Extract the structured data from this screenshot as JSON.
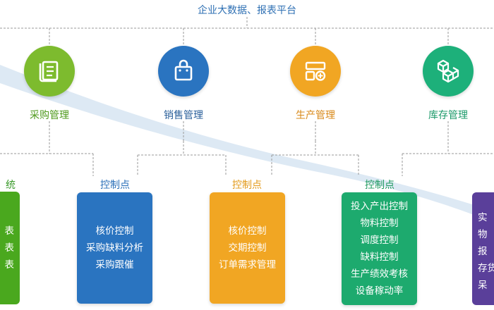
{
  "title": "企业大数据、报表平台",
  "modules": [
    {
      "label": "采购管理",
      "icon": "list-scroll-icon",
      "color": "#7dbb2e",
      "label_color": "#4f9a1d"
    },
    {
      "label": "销售管理",
      "icon": "shopping-bag-icon",
      "color": "#2a74c0",
      "label_color": "#2a5f9a"
    },
    {
      "label": "生产管理",
      "icon": "production-panel-icon",
      "color": "#f1a623",
      "label_color": "#d8891a"
    },
    {
      "label": "库存管理",
      "icon": "stacked-boxes-icon",
      "color": "#1db07a",
      "label_color": "#1b9a6a"
    }
  ],
  "control_points": [
    {
      "label": "",
      "color": "#3a9a2a"
    },
    {
      "label": "控制点",
      "color": "#2a6fb8"
    },
    {
      "label": "控制点",
      "color": "#e39a1a"
    },
    {
      "label": "控制点",
      "color": "#1f9a5f"
    }
  ],
  "cards": [
    {
      "color": "#4aa81e",
      "items": [
        "表",
        "表",
        "表"
      ]
    },
    {
      "color": "#2a74c0",
      "items": [
        "核价控制",
        "采购缺料分析",
        "采购跟催"
      ]
    },
    {
      "color": "#f1a623",
      "items": [
        "核价控制",
        "交期控制",
        "订单需求管理"
      ]
    },
    {
      "color": "#1daa6e",
      "items": [
        "投入产出控制",
        "物料控制",
        "调度控制",
        "缺料控制",
        "生产绩效考核",
        "设备稼动率"
      ]
    },
    {
      "color": "#5a3f9a",
      "items": [
        "实",
        "物",
        "报",
        "存货",
        "呆"
      ]
    }
  ],
  "left_cut_label": "统",
  "line_color": "#9a9a9a"
}
